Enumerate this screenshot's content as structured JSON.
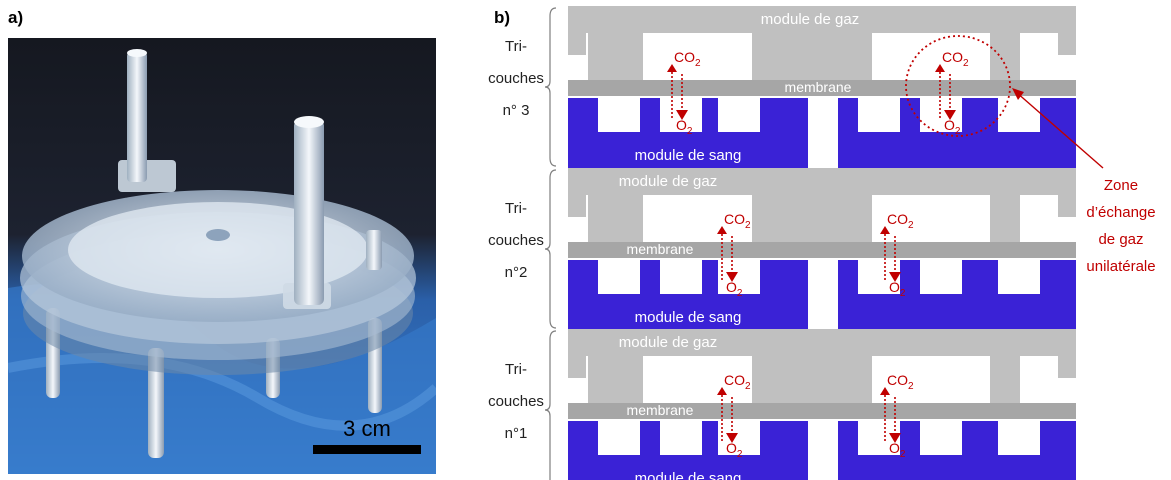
{
  "panels": {
    "a": {
      "label": "a)",
      "scale_bar_label": "3 cm"
    },
    "b": {
      "label": "b)"
    }
  },
  "diagram": {
    "colors": {
      "gas_module": "#c0c0c0",
      "membrane": "#a6a6a6",
      "blood_module": "#3a22d6",
      "annotation": "#c00000",
      "module_text": "#ffffff"
    },
    "tri_layers": [
      {
        "line1": "Tri-",
        "line2": "couches",
        "line3": "n° 3",
        "gas_label": "module de gaz",
        "membrane_label": "membrane",
        "blood_label": "module de sang"
      },
      {
        "line1": "Tri-",
        "line2": "couches",
        "line3": "n°2",
        "gas_label": "module de gaz",
        "membrane_label": "membrane",
        "blood_label": "module de sang"
      },
      {
        "line1": "Tri-",
        "line2": "couches",
        "line3": "n°1",
        "gas_label": "module de gaz",
        "membrane_label": "membrane",
        "blood_label": "module de sang"
      }
    ],
    "gas_species": {
      "co2": "CO",
      "o2": "O",
      "subscript": "2"
    },
    "zone_label": [
      "Zone",
      "d’échange",
      "de gaz",
      "unilatérale"
    ]
  }
}
